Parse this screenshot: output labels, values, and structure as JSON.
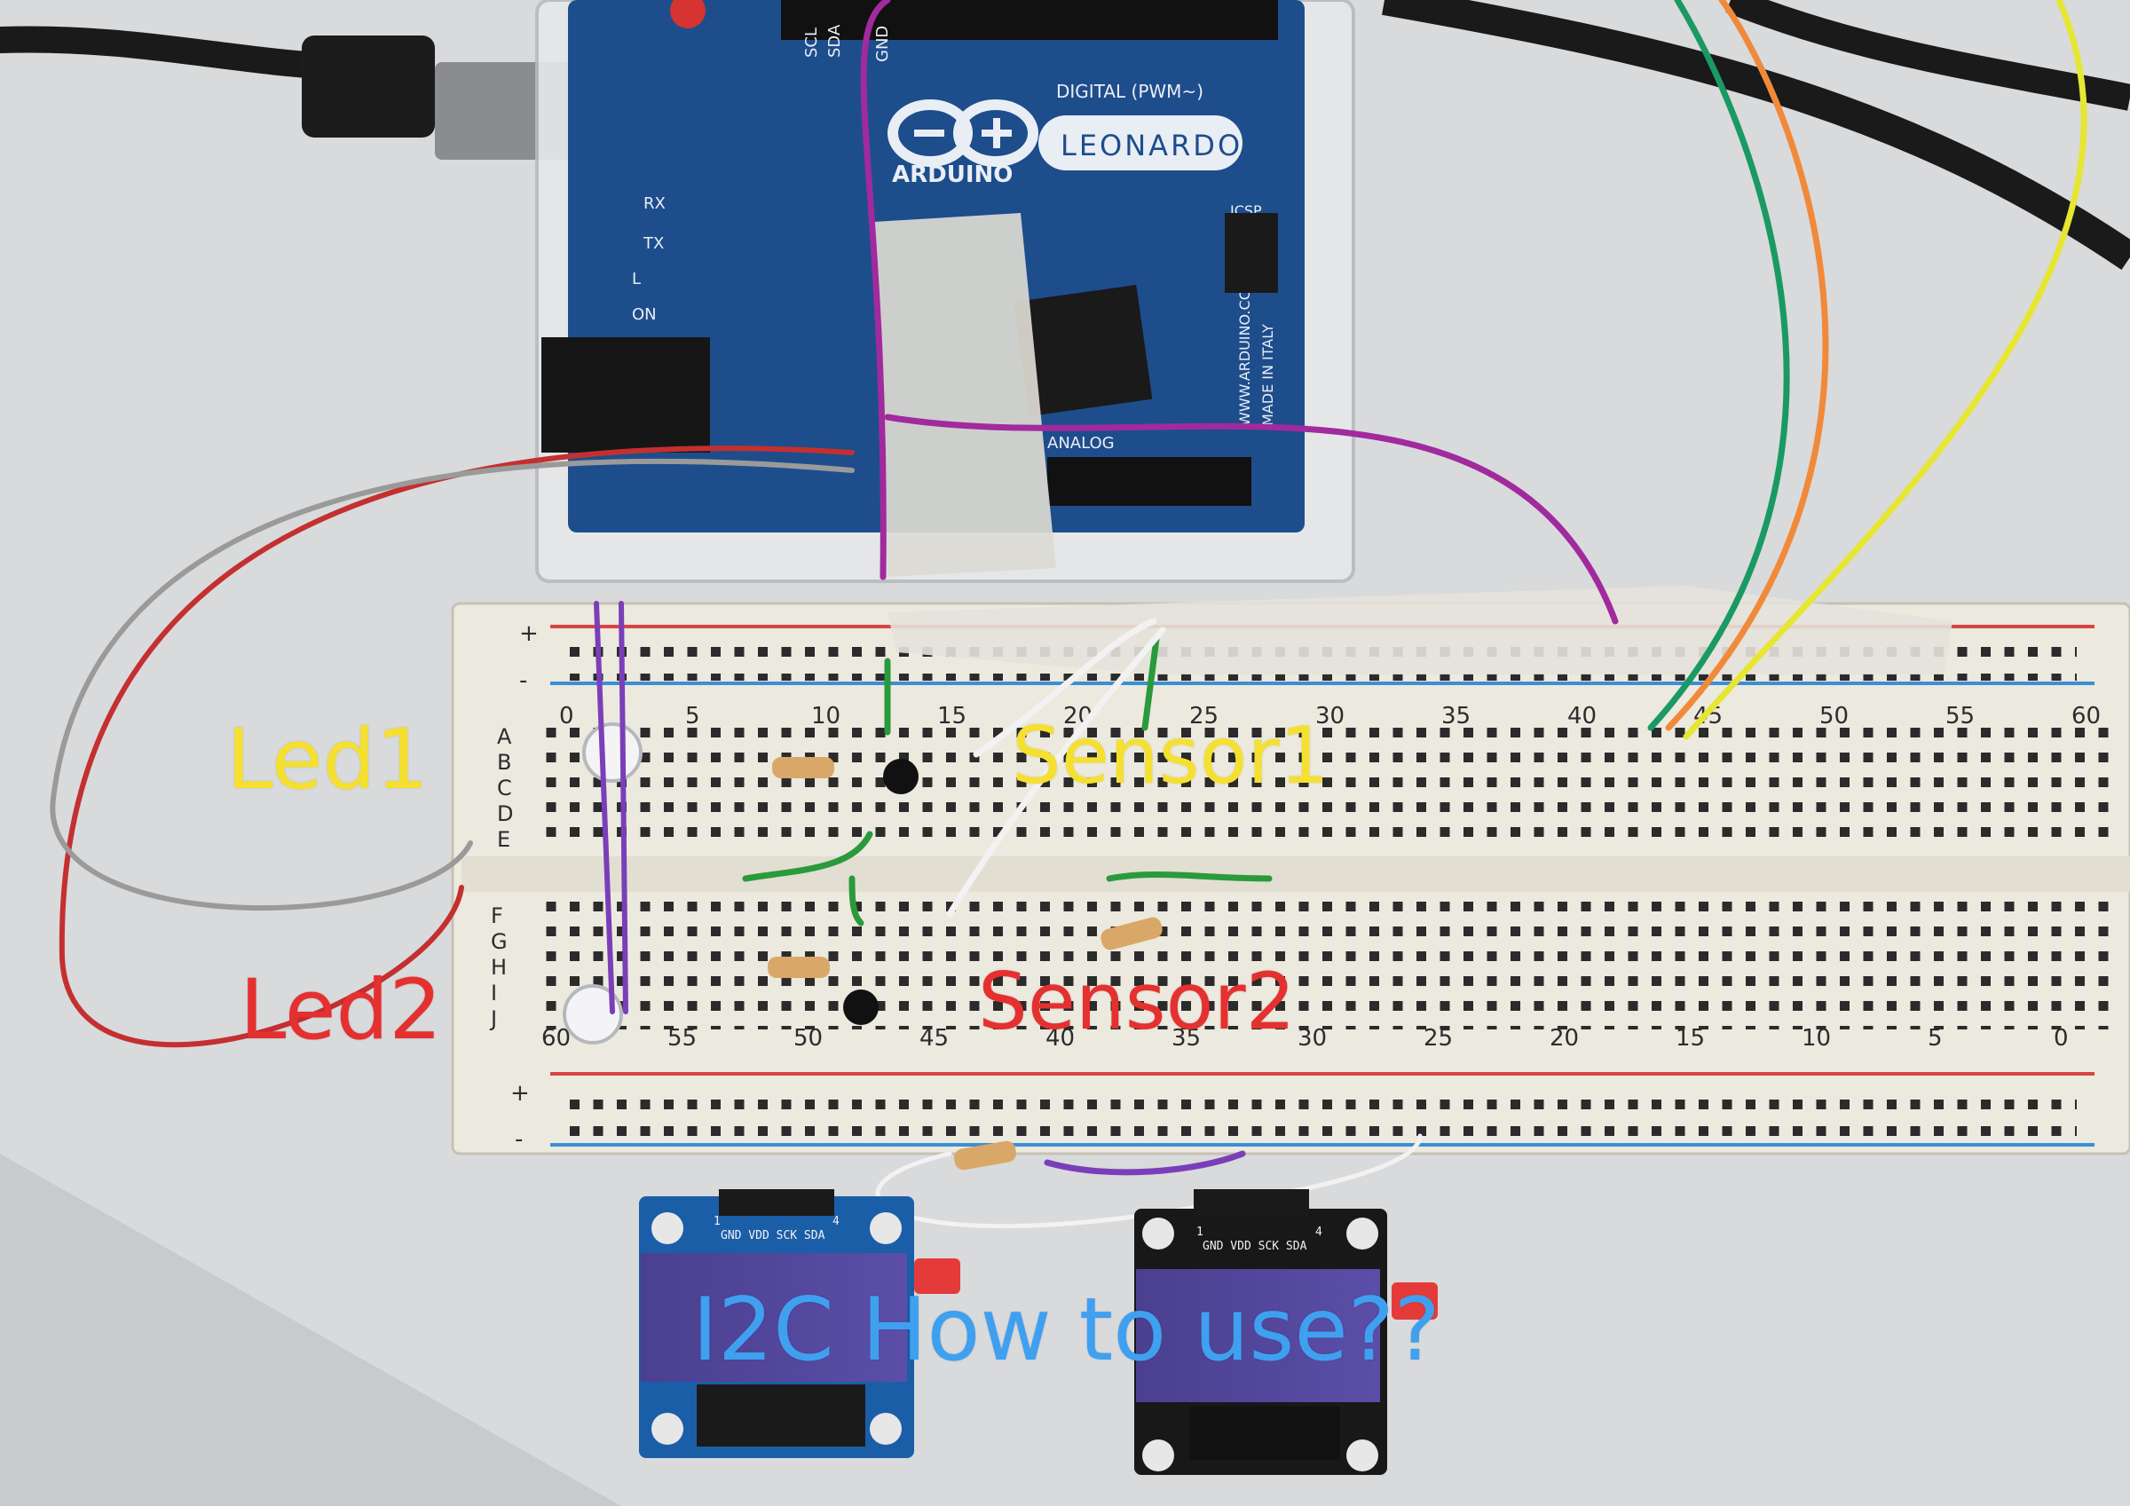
{
  "photo": {
    "description_colors": {
      "background": "#d9dadc",
      "arduino_board": "#1e4d8c",
      "breadboard": "#ece9df",
      "rail_red": "#d84444",
      "rail_blue": "#3a8fd6"
    }
  },
  "arduino": {
    "brand": "ARDUINO",
    "model": "LEONARDO",
    "header_label": "DIGITAL (PWM~)",
    "icsp_label": "ICSP",
    "analog_label": "ANALOG",
    "side_text": "WWW.ARDUINO.CC",
    "made_in": "MADE IN ITALY",
    "led_labels": [
      "RX",
      "TX",
      "L",
      "ON"
    ],
    "pin_labels": [
      "SCL",
      "SDA",
      "GND"
    ]
  },
  "breadboard": {
    "top_numbers": [
      "0",
      "5",
      "10",
      "15",
      "20",
      "25",
      "30",
      "35",
      "40",
      "45",
      "50",
      "55",
      "60"
    ],
    "bottom_numbers": [
      "60",
      "55",
      "50",
      "45",
      "40",
      "35",
      "30",
      "25",
      "20",
      "15",
      "10",
      "5",
      "0"
    ],
    "row_letters_top": [
      "A",
      "B",
      "C",
      "D",
      "E"
    ],
    "row_letters_bottom": [
      "F",
      "G",
      "H",
      "I",
      "J"
    ],
    "rail_plus": "+",
    "rail_minus": "-"
  },
  "oled_modules": [
    {
      "pins": "GND VDD SCK SDA",
      "pin_1": "1",
      "pin_4": "4"
    },
    {
      "pins": "GND VDD SCK SDA",
      "pin_1": "1",
      "pin_4": "4"
    }
  ],
  "labels": {
    "led1": {
      "text": "Led1",
      "color": "#f5e030"
    },
    "sensor1": {
      "text": "Sensor1",
      "color": "#f5e030"
    },
    "led2": {
      "text": "Led2",
      "color": "#e53030"
    },
    "sensor2": {
      "text": "Sensor2",
      "color": "#e53030"
    },
    "caption": {
      "text": "I2C How to use??",
      "color": "#3fa0f0"
    }
  }
}
